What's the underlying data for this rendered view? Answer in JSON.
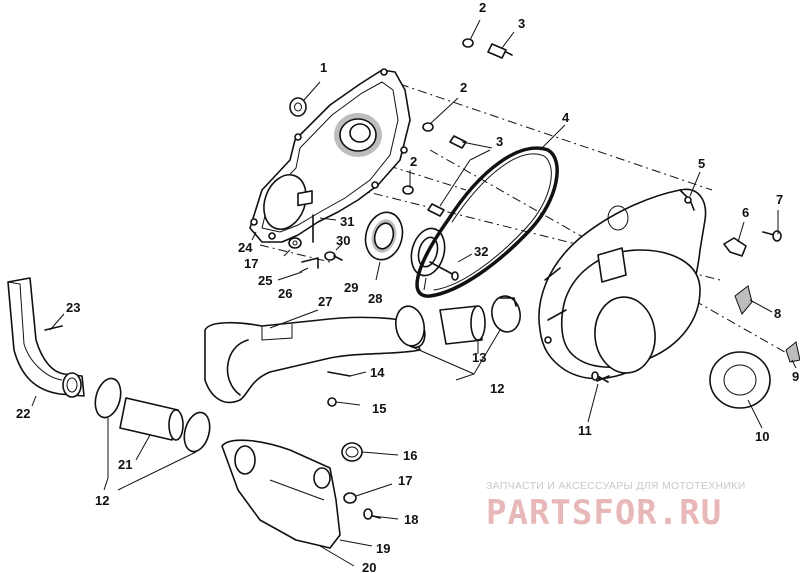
{
  "callouts": [
    "1",
    "2",
    "3",
    "2",
    "3",
    "2",
    "4",
    "5",
    "6",
    "7",
    "8",
    "9",
    "10",
    "11",
    "12",
    "12",
    "13",
    "14",
    "15",
    "16",
    "17",
    "17",
    "18",
    "19",
    "20",
    "21",
    "22",
    "23",
    "24",
    "25",
    "26",
    "27",
    "28",
    "29",
    "30",
    "31",
    "32"
  ],
  "watermark": {
    "subtitle": "ЗАПЧАСТИ И АКСЕССУАРЫ ДЛЯ МОТОТЕХНИКИ",
    "logo": "PARTSFOR.RU"
  }
}
